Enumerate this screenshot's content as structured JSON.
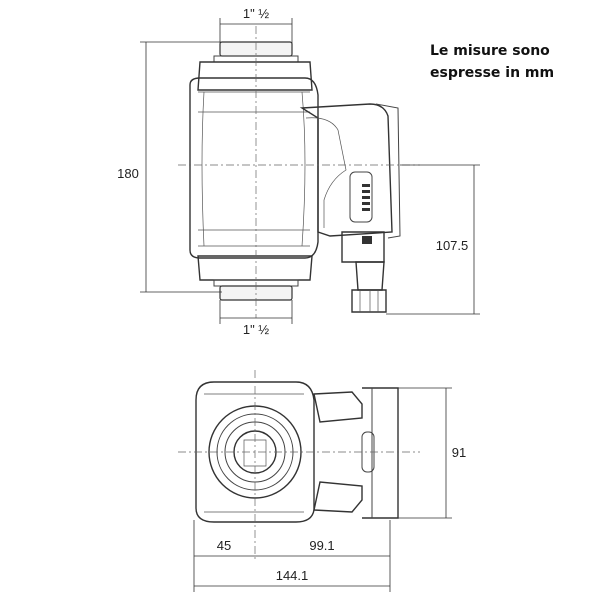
{
  "note": {
    "line1": "Le misure sono",
    "line2": "espresse in mm"
  },
  "dimensions": {
    "top_connection": "1\" ½",
    "bottom_connection": "1\" ½",
    "height_total": "180",
    "height_inlet": "107.5",
    "depth": "91",
    "offset_left": "45",
    "offset_right": "99.1",
    "width_total": "144.1"
  }
}
